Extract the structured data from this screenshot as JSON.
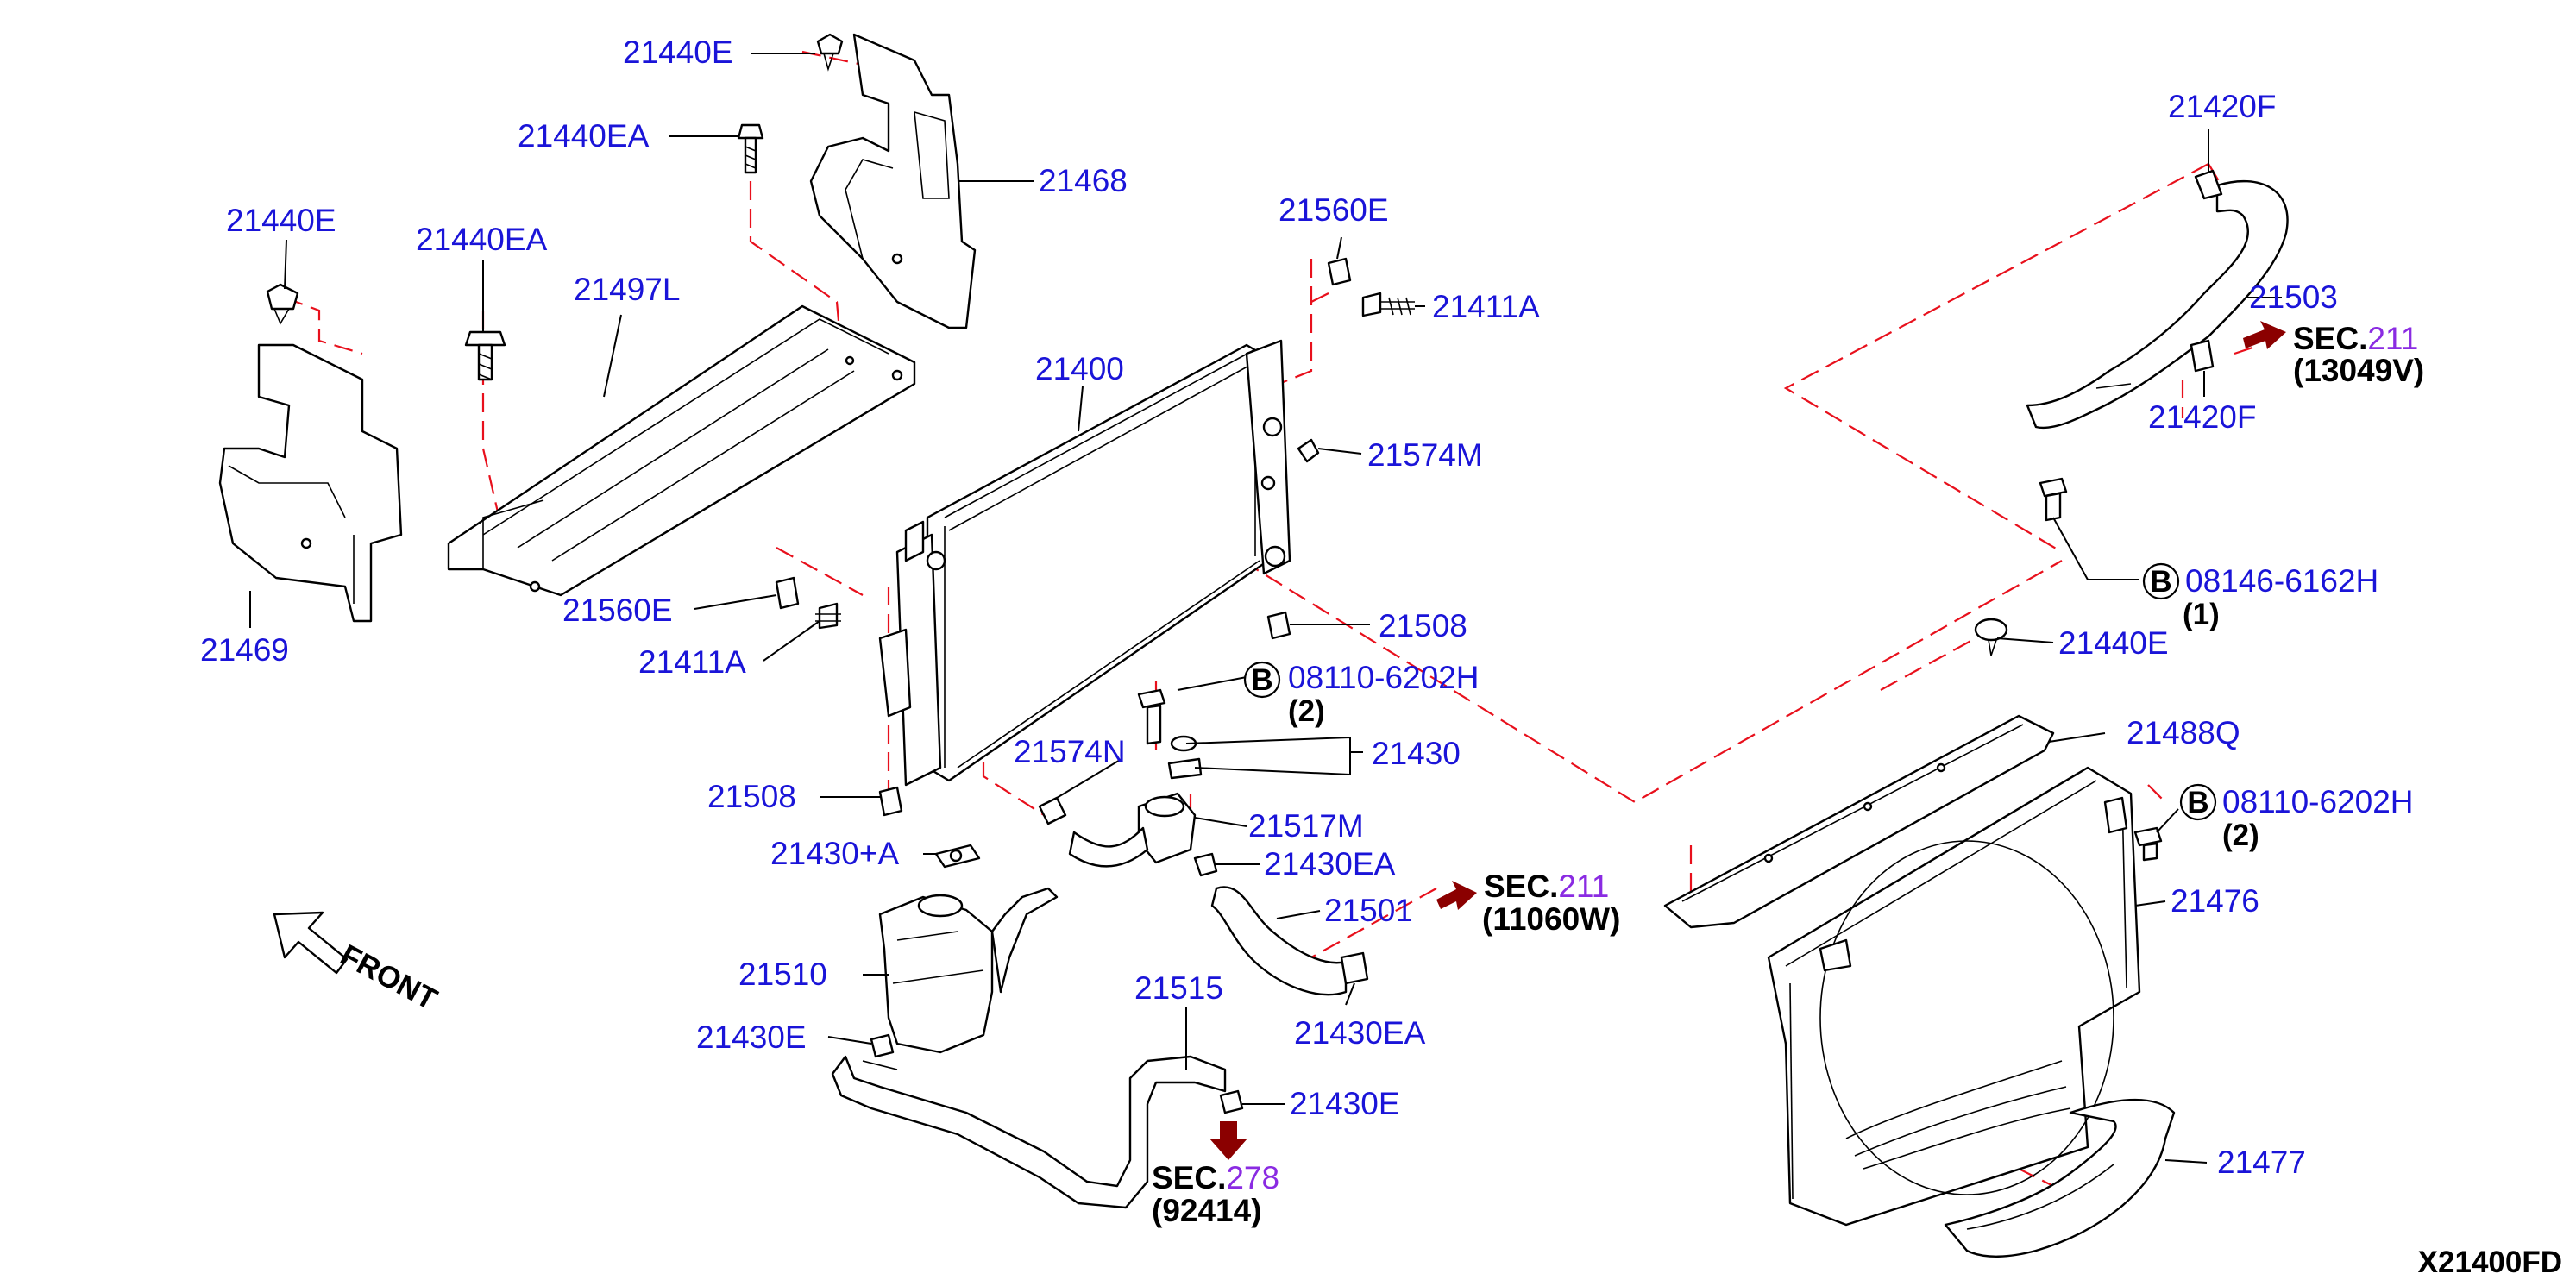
{
  "diagram_id": "X21400FD",
  "labels": {
    "p21440E_a": "21440E",
    "p21440EA_a": "21440EA",
    "p21468": "21468",
    "p21440E_b": "21440E",
    "p21440EA_b": "21440EA",
    "p21497L": "21497L",
    "p21469": "21469",
    "p21400": "21400",
    "p21560E_a": "21560E",
    "p21411A_a": "21411A",
    "p21574M": "21574M",
    "p21508_a": "21508",
    "p21560E_b": "21560E",
    "p21411A_b": "21411A",
    "p21508_b": "21508",
    "p21430A": "21430+A",
    "p21574N": "21574N",
    "p08110_a": "08110-6202H",
    "p08110_a_qty": "(2)",
    "p21430": "21430",
    "p21517M": "21517M",
    "p21430EA_a": "21430EA",
    "p21501": "21501",
    "p21430EA_b": "21430EA",
    "p21510": "21510",
    "p21430E_a": "21430E",
    "p21515": "21515",
    "p21430E_b": "21430E",
    "p21420F_a": "21420F",
    "p21503": "21503",
    "p21420F_b": "21420F",
    "p08146": "08146-6162H",
    "p08146_qty": "(1)",
    "p21440E_c": "21440E",
    "p21488Q": "21488Q",
    "p08110_b": "08110-6202H",
    "p08110_b_qty": "(2)",
    "p21476": "21476",
    "p21477": "21477",
    "front": "FRONT",
    "circle_b": "B"
  },
  "sections": {
    "sec211_a": {
      "prefix": "SEC.",
      "num": "211",
      "ref": "(13049V)"
    },
    "sec211_b": {
      "prefix": "SEC.",
      "num": "211",
      "ref": "(11060W)"
    },
    "sec278": {
      "prefix": "SEC.",
      "num": "278",
      "ref": "(92414)"
    }
  },
  "colors": {
    "label": "#1a14d8",
    "section_number": "#8a2be2",
    "dash_line": "#e8101c",
    "arrow": "#8b0000"
  }
}
